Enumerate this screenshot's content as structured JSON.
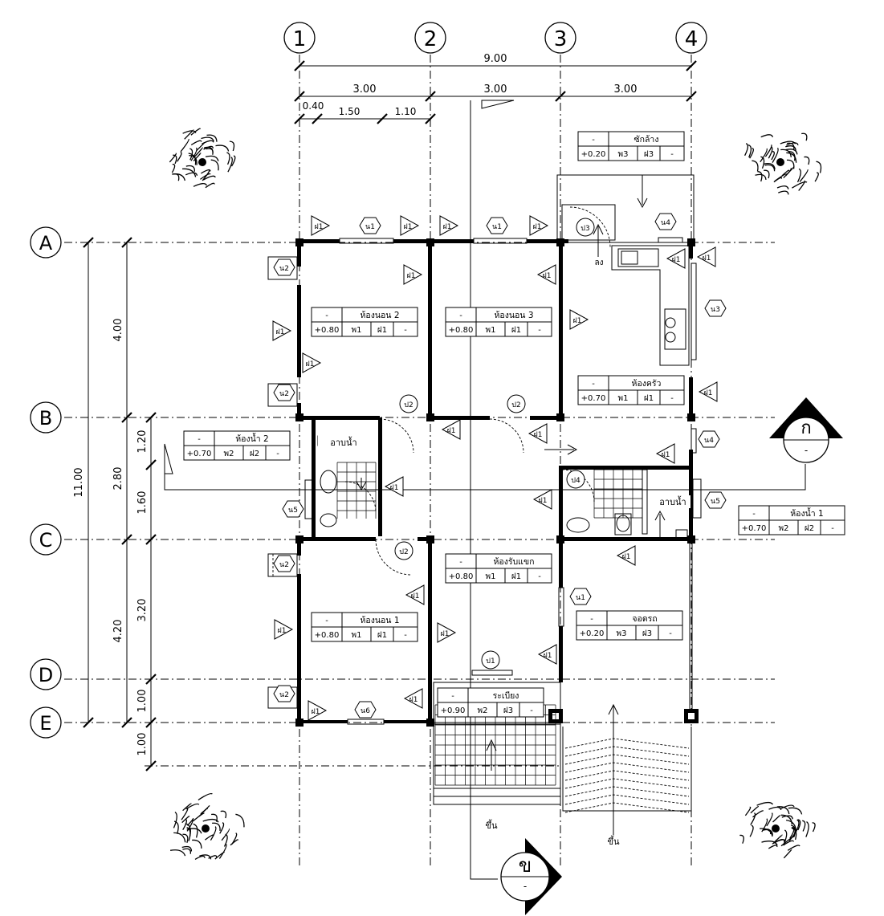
{
  "grid_columns": [
    {
      "id": "col-1",
      "label": "1"
    },
    {
      "id": "col-2",
      "label": "2"
    },
    {
      "id": "col-3",
      "label": "3"
    },
    {
      "id": "col-4",
      "label": "4"
    }
  ],
  "grid_rows": [
    {
      "id": "row-a",
      "label": "A"
    },
    {
      "id": "row-b",
      "label": "B"
    },
    {
      "id": "row-c",
      "label": "C"
    },
    {
      "id": "row-d",
      "label": "D"
    },
    {
      "id": "row-e",
      "label": "E"
    }
  ],
  "dimensions": {
    "total_width": "9.00",
    "bay_1": "3.00",
    "bay_2": "3.00",
    "bay_3": "3.00",
    "sub_1": "0.40",
    "sub_2": "1.50",
    "sub_3": "1.10",
    "total_depth": "11.00",
    "depth_ab": "4.00",
    "depth_bc": "2.80",
    "depth_ce": "4.20",
    "sub_bb": "1.20",
    "sub_bc": "1.60",
    "sub_cd": "3.20",
    "sub_de": "1.00",
    "sub_e": "1.00"
  },
  "rooms": [
    {
      "id": "bedroom-2",
      "name": "ห้องนอน 2",
      "dash": "-",
      "level": "+0.80",
      "floor": "พ1",
      "wall": "ฝ1",
      "ceiling": "-"
    },
    {
      "id": "bedroom-3",
      "name": "ห้องนอน 3",
      "dash": "-",
      "level": "+0.80",
      "floor": "พ1",
      "wall": "ฝ1",
      "ceiling": "-"
    },
    {
      "id": "laundry",
      "name": "ซักล้าง",
      "dash": "-",
      "level": "+0.20",
      "floor": "พ3",
      "wall": "ฝ3",
      "ceiling": "-"
    },
    {
      "id": "kitchen",
      "name": "ห้องครัว",
      "dash": "-",
      "level": "+0.70",
      "floor": "พ1",
      "wall": "ฝ1",
      "ceiling": "-"
    },
    {
      "id": "bathroom-2",
      "name": "ห้องน้ำ 2",
      "dash": "-",
      "level": "+0.70",
      "floor": "พ2",
      "wall": "ฝ2",
      "ceiling": "-"
    },
    {
      "id": "bathroom-1",
      "name": "ห้องน้ำ 1",
      "dash": "-",
      "level": "+0.70",
      "floor": "พ2",
      "wall": "ฝ2",
      "ceiling": "-"
    },
    {
      "id": "living-room",
      "name": "ห้องรับแขก",
      "dash": "-",
      "level": "+0.80",
      "floor": "พ1",
      "wall": "ฝ1",
      "ceiling": "-"
    },
    {
      "id": "bedroom-1",
      "name": "ห้องนอน 1",
      "dash": "-",
      "level": "+0.80",
      "floor": "พ1",
      "wall": "ฝ1",
      "ceiling": "-"
    },
    {
      "id": "carport",
      "name": "จอดรถ",
      "dash": "-",
      "level": "+0.20",
      "floor": "พ3",
      "wall": "ฝ3",
      "ceiling": "-"
    },
    {
      "id": "veranda",
      "name": "ระเบียง",
      "dash": "-",
      "level": "+0.90",
      "floor": "พ2",
      "wall": "ฝ3",
      "ceiling": "-"
    }
  ],
  "annotations": {
    "shower_left": "อาบน้ำ",
    "shower_right": "อาบน้ำ",
    "stair_down": "ลง",
    "stair_up_1": "ขึ้น",
    "stair_up_2": "ขึ้น"
  },
  "sections": {
    "section_a": {
      "letter": "ก",
      "dash": "-"
    },
    "section_b": {
      "letter": "ข",
      "dash": "-"
    }
  },
  "tags": {
    "wall": "ฝ1",
    "door_1": "ป1",
    "door_2": "ป2",
    "door_3": "ป3",
    "door_4": "ป4",
    "window_1": "น1",
    "window_2": "น2",
    "window_3": "น3",
    "window_4": "น4",
    "window_5": "น5",
    "window_6": "น6"
  }
}
